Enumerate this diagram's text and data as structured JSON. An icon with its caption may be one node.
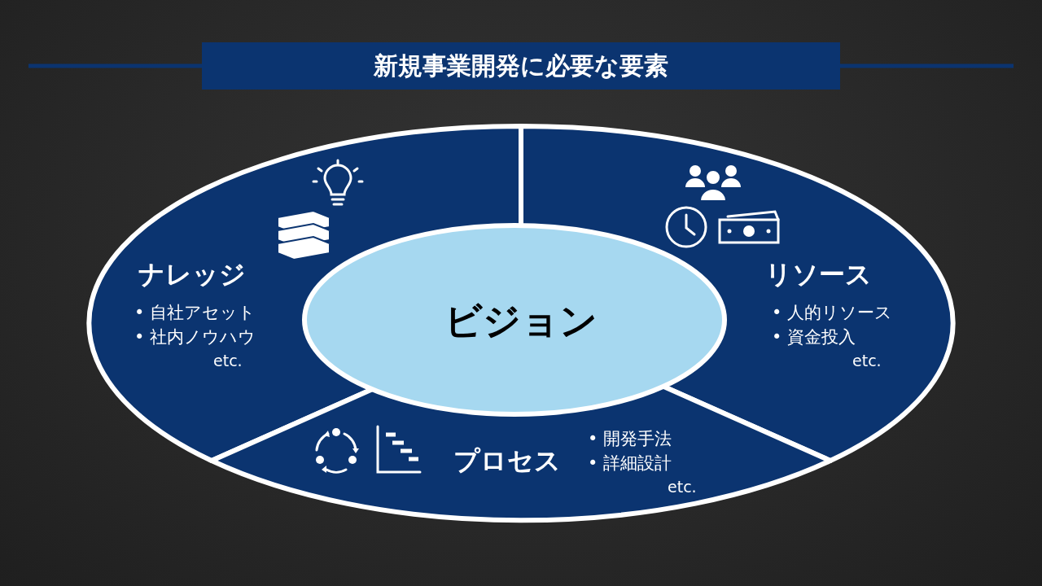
{
  "diagram": {
    "title": "新規事業開発に必要な要素",
    "nodes": [
      {
        "text": [
          "ナレッジ",
          "• 自社アセット",
          "• 社内ノウハウ",
          "etc."
        ]
      },
      {
        "text": [
          "リソース",
          "• 人的リソース",
          "• 資金投入",
          "etc."
        ]
      },
      {
        "text": [
          "プロセス",
          "• 開発手法",
          "• 詳細設計",
          "etc."
        ]
      },
      {
        "text": [
          "ビジョン"
        ]
      }
    ]
  }
}
